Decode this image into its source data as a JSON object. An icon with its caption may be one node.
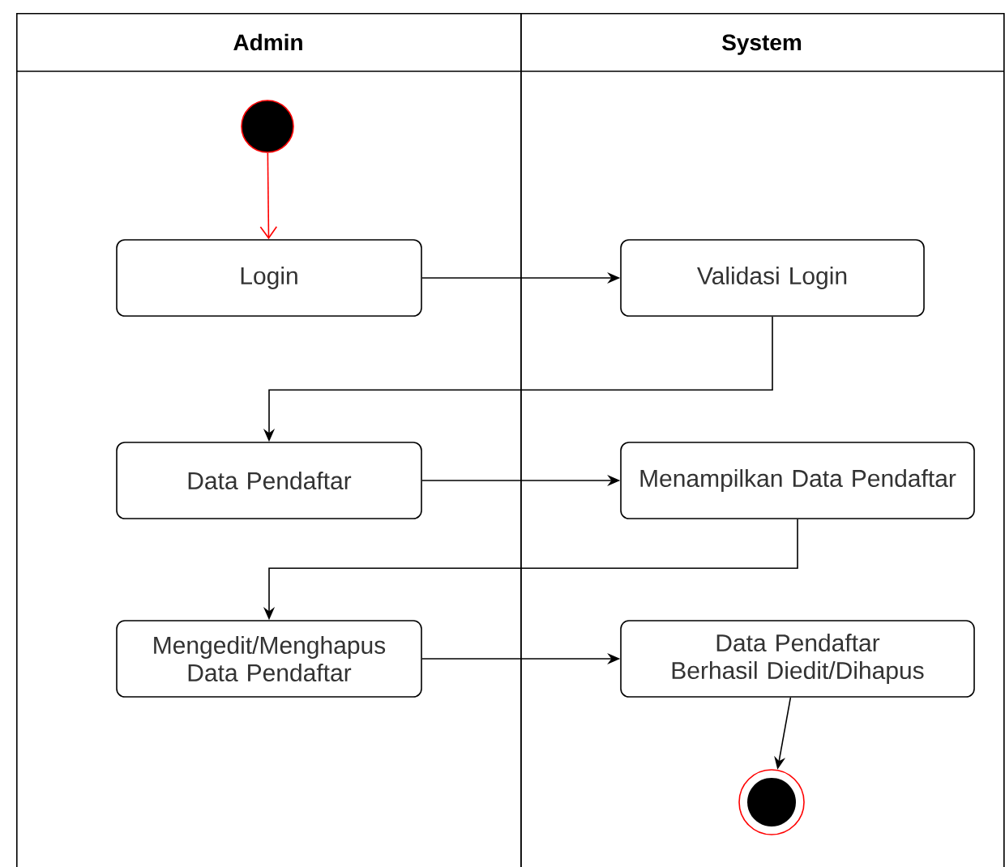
{
  "diagram": {
    "nodes": [
      {
        "text": [
          "Admin"
        ]
      },
      {
        "text": [
          "System"
        ]
      },
      {
        "text": [],
        "shape": "circle",
        "in": 0
      },
      {
        "text": [
          "Login"
        ],
        "in": 0
      },
      {
        "text": [
          "Validasi Login"
        ],
        "in": 1
      },
      {
        "text": [
          "Data Pendaftar"
        ],
        "in": 0
      },
      {
        "text": [
          "Menampilkan Data Pendaftar"
        ],
        "in": 1
      },
      {
        "text": [
          "Mengedit/Menghapus Data Pendaftar"
        ],
        "in": 0
      },
      {
        "text": [
          "Data Pendaftar Berhasil Diedit/Dihapus"
        ],
        "in": 1
      },
      {
        "text": [],
        "shape": "bullseye",
        "in": 1
      }
    ],
    "edges": [
      {
        "from": 2,
        "to": 3,
        "arrow": "to",
        "color": "#ff0000"
      },
      {
        "from": 3,
        "to": 4,
        "arrow": "to"
      },
      {
        "from": 4,
        "to": 5,
        "arrow": "to"
      },
      {
        "from": 5,
        "to": 6,
        "arrow": "to"
      },
      {
        "from": 6,
        "to": 7,
        "arrow": "to"
      },
      {
        "from": 7,
        "to": 8,
        "arrow": "to"
      },
      {
        "from": 8,
        "to": 9,
        "arrow": "to"
      }
    ]
  }
}
